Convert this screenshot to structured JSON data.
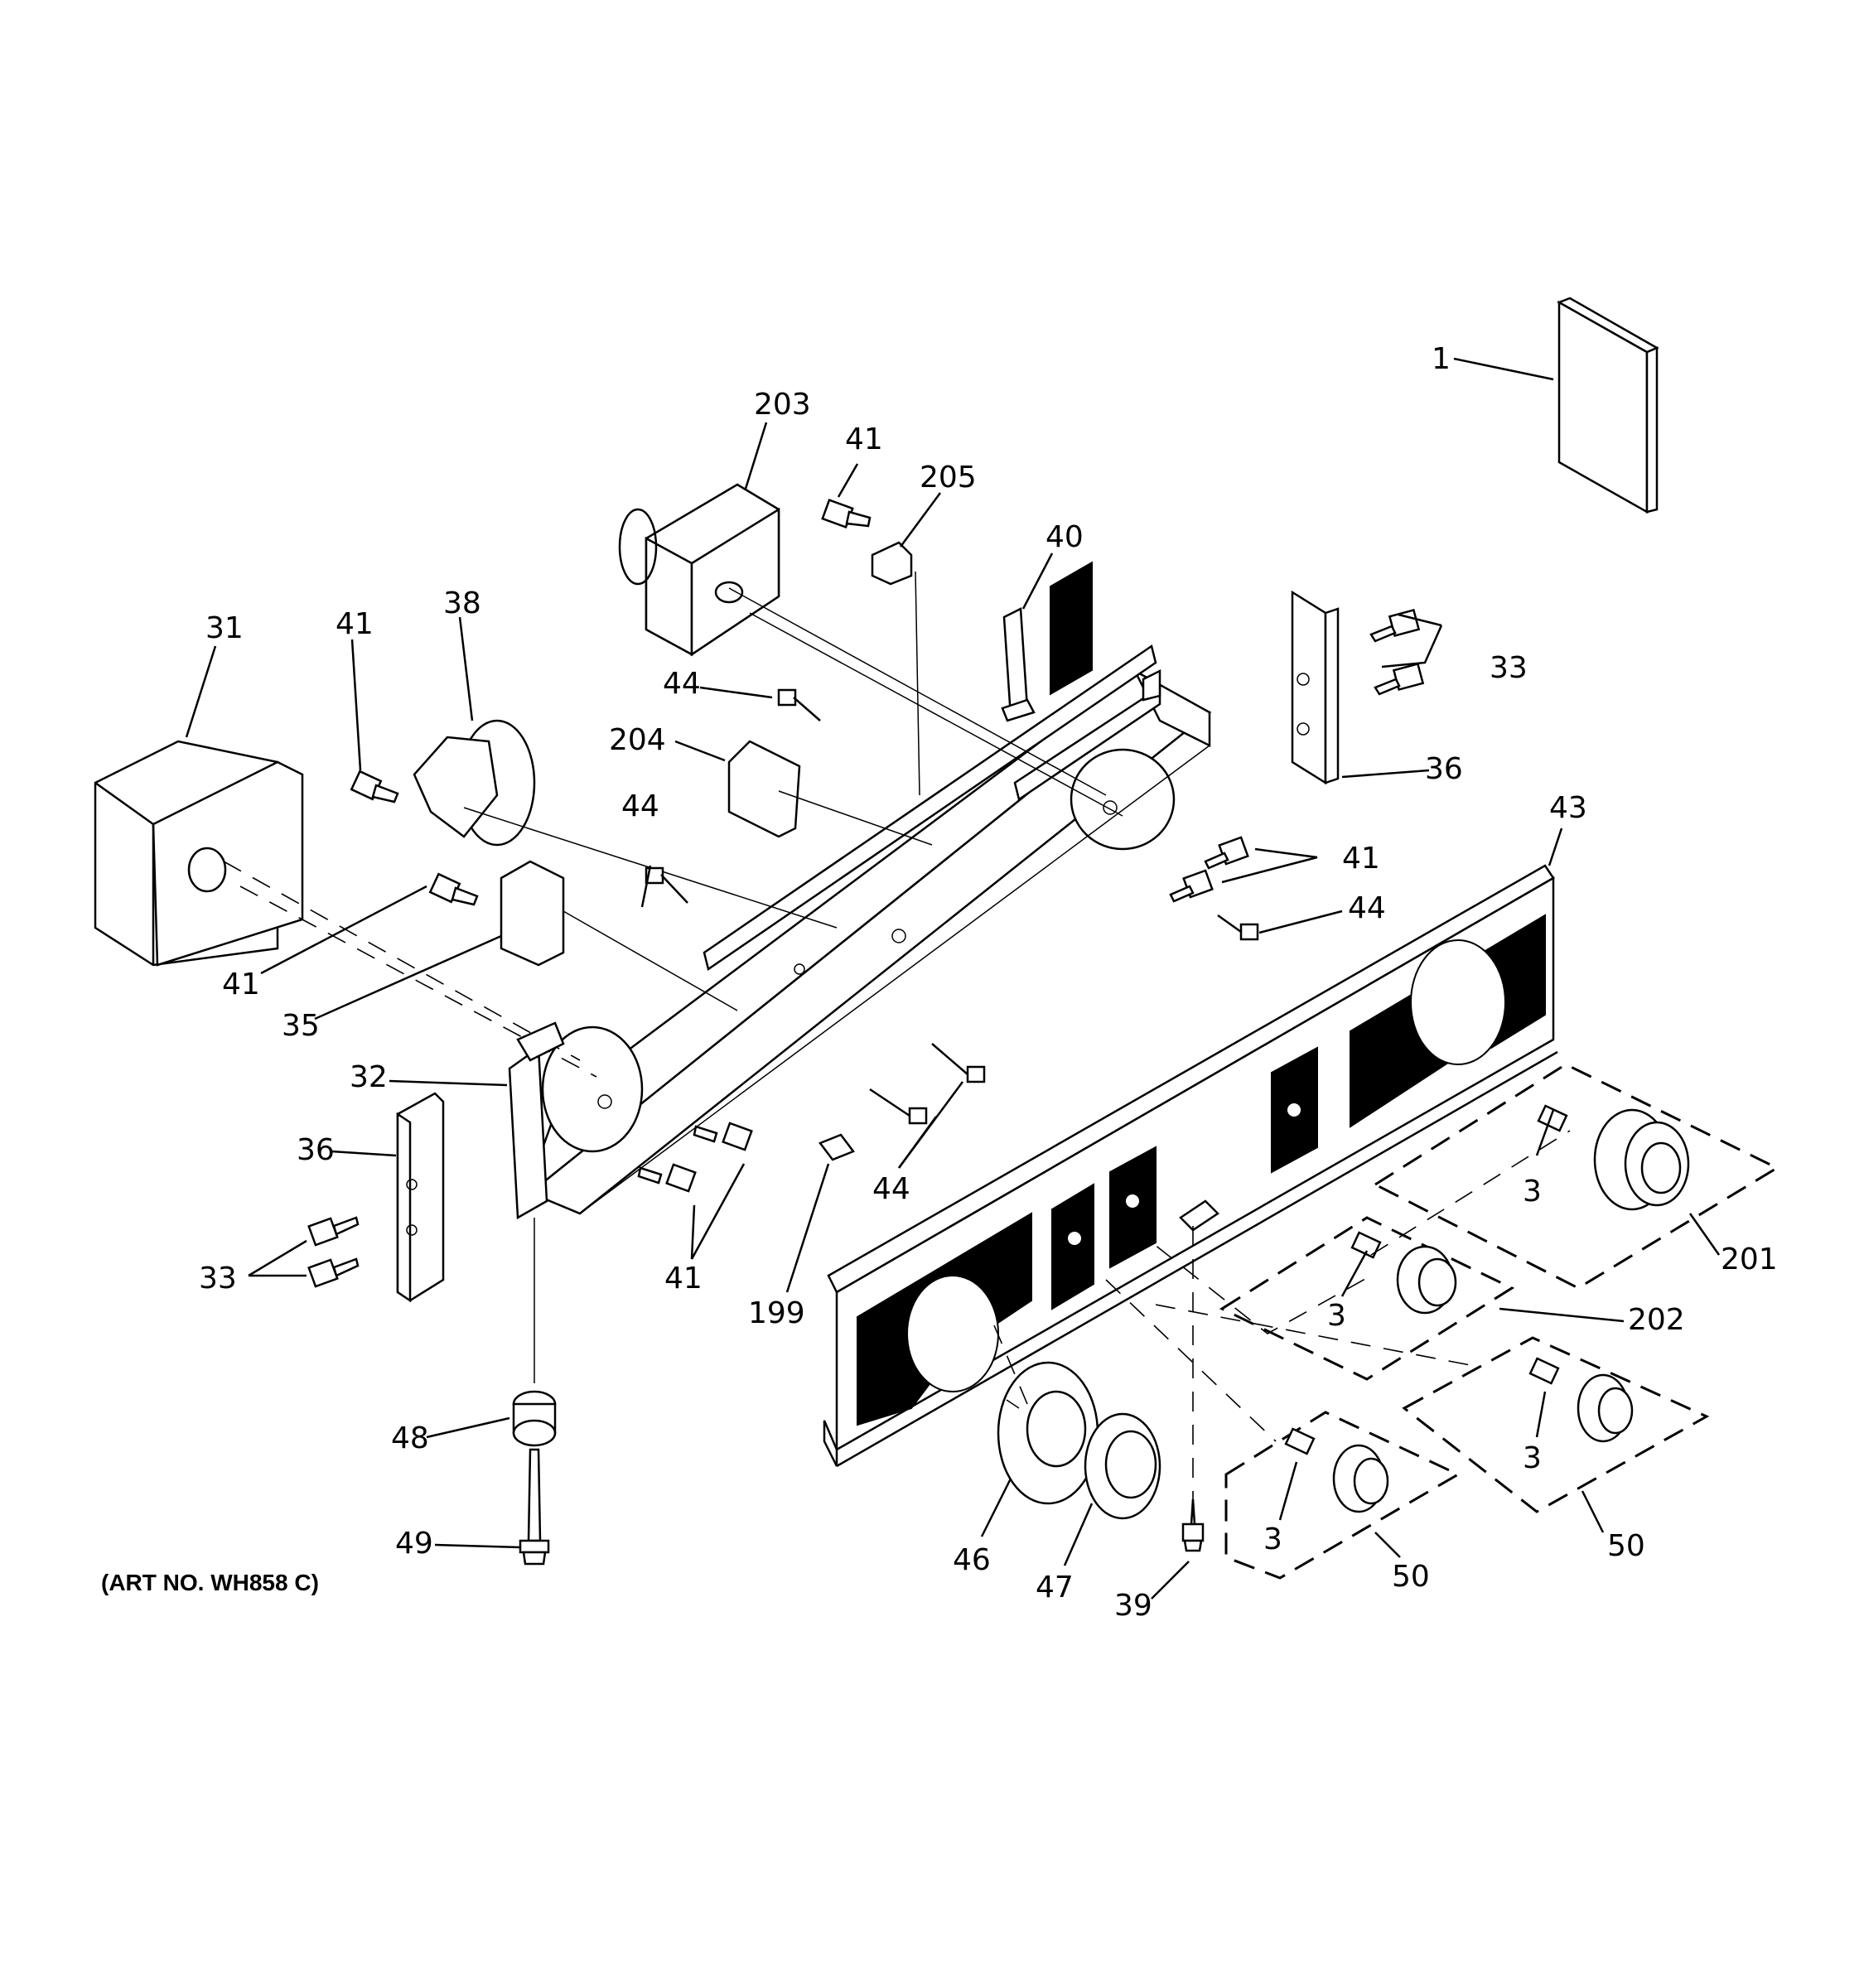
{
  "art_number": "(ART NO. WH858 C)",
  "callouts": [
    {
      "id": "c-1",
      "text": "1"
    },
    {
      "id": "c-203",
      "text": "203"
    },
    {
      "id": "c-41a",
      "text": "41"
    },
    {
      "id": "c-205",
      "text": "205"
    },
    {
      "id": "c-40",
      "text": "40"
    },
    {
      "id": "c-31",
      "text": "31"
    },
    {
      "id": "c-41b",
      "text": "41"
    },
    {
      "id": "c-38",
      "text": "38"
    },
    {
      "id": "c-44a",
      "text": "44"
    },
    {
      "id": "c-204",
      "text": "204"
    },
    {
      "id": "c-33a",
      "text": "33"
    },
    {
      "id": "c-36a",
      "text": "36"
    },
    {
      "id": "c-43",
      "text": "43"
    },
    {
      "id": "c-44b",
      "text": "44"
    },
    {
      "id": "c-41c",
      "text": "41"
    },
    {
      "id": "c-44c",
      "text": "44"
    },
    {
      "id": "c-41d",
      "text": "41"
    },
    {
      "id": "c-35",
      "text": "35"
    },
    {
      "id": "c-32",
      "text": "32"
    },
    {
      "id": "c-36b",
      "text": "36"
    },
    {
      "id": "c-44d",
      "text": "44"
    },
    {
      "id": "c-3a",
      "text": "3"
    },
    {
      "id": "c-201",
      "text": "201"
    },
    {
      "id": "c-33b",
      "text": "33"
    },
    {
      "id": "c-41e",
      "text": "41"
    },
    {
      "id": "c-199",
      "text": "199"
    },
    {
      "id": "c-3b",
      "text": "3"
    },
    {
      "id": "c-202",
      "text": "202"
    },
    {
      "id": "c-48",
      "text": "48"
    },
    {
      "id": "c-3c",
      "text": "3"
    },
    {
      "id": "c-3d",
      "text": "3"
    },
    {
      "id": "c-46",
      "text": "46"
    },
    {
      "id": "c-47",
      "text": "47"
    },
    {
      "id": "c-50a",
      "text": "50"
    },
    {
      "id": "c-50b",
      "text": "50"
    },
    {
      "id": "c-49",
      "text": "49"
    },
    {
      "id": "c-39",
      "text": "39"
    }
  ]
}
